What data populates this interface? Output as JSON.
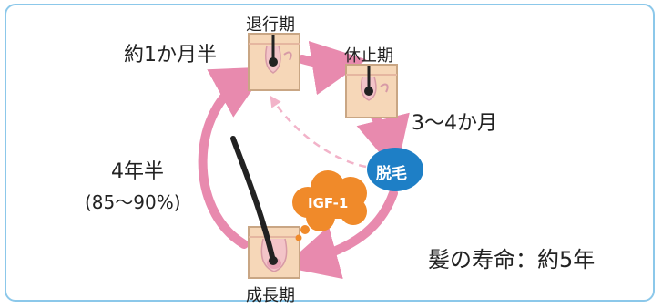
{
  "stages": {
    "regression": "退行期",
    "resting": "休止期",
    "growth": "成長期"
  },
  "durations": {
    "regression": "約1か月半",
    "resting": "3～4か月",
    "growth_years": "4年半",
    "growth_ratio": "(85～90%)"
  },
  "markers": {
    "hair_loss": "脱毛",
    "igf": "IGF-1"
  },
  "lifespan": {
    "label": "髪の寿命：",
    "value": "約5年"
  },
  "colors": {
    "frame": "#8cc8ea",
    "arrow": "#e88aae",
    "dashed_arrow": "#f2b3c9",
    "hair_loss_badge": "#1e7fc6",
    "igf_cloud": "#f08a2a",
    "skin": "#f6d7b8",
    "follicle_bulb": "#e7a2b4"
  },
  "icons": [
    "hair-follicle-icon",
    "hair-strand-icon",
    "cloud-icon"
  ]
}
